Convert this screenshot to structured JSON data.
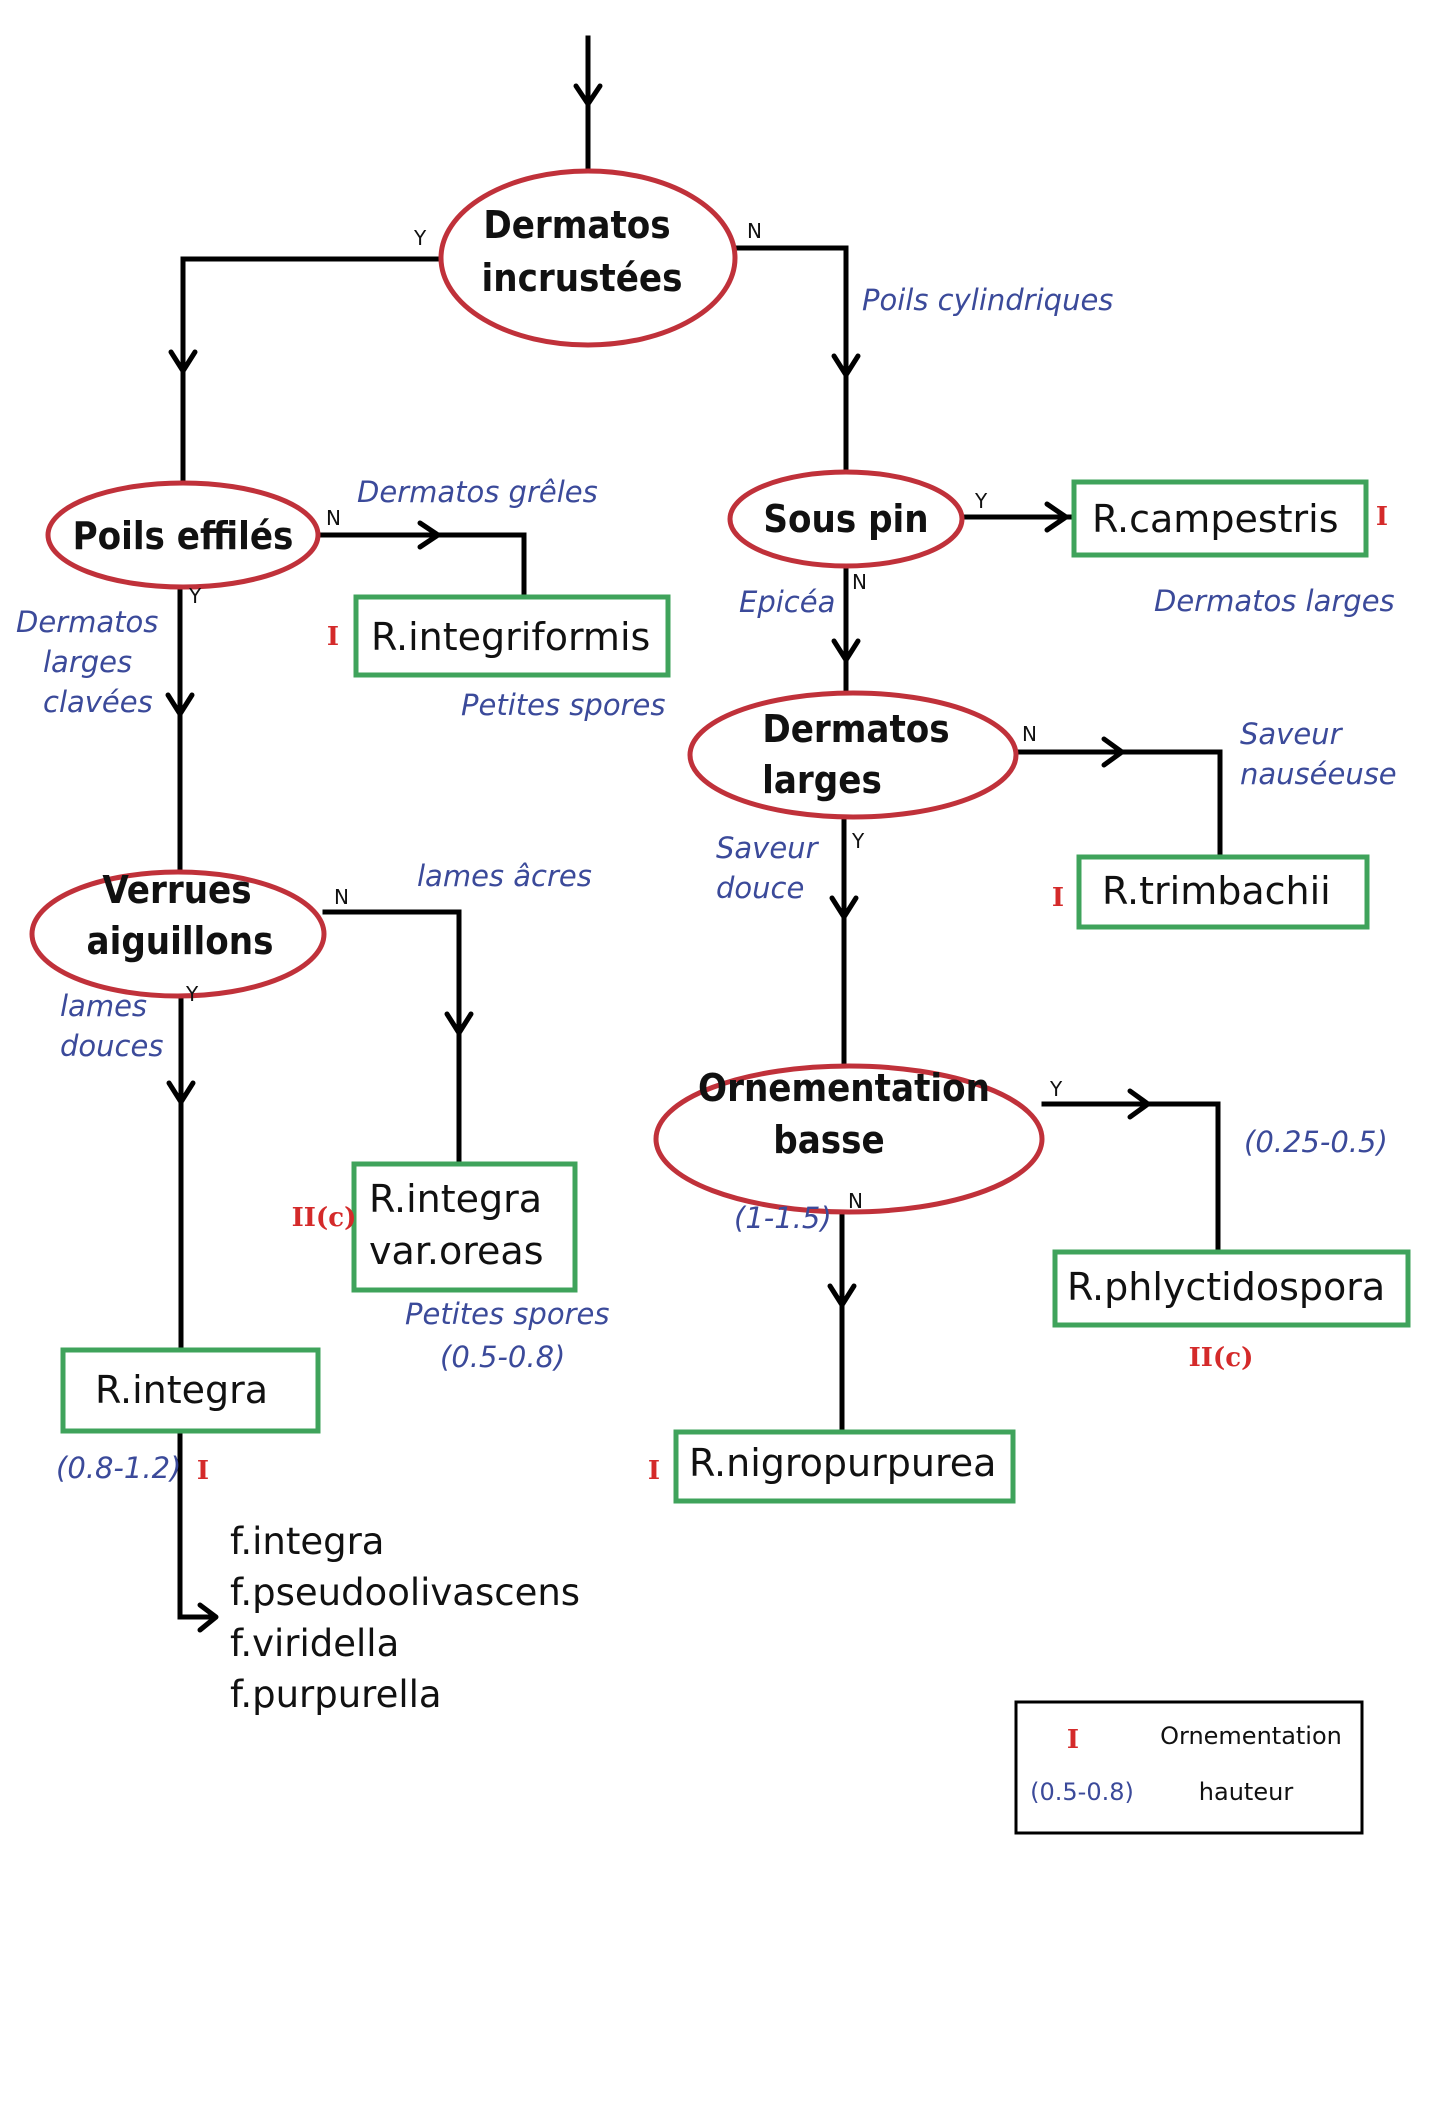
{
  "colors": {
    "decision_border": "#c0313a",
    "leaf_border": "#3fa35b",
    "note_text": "#3b4a9a",
    "ornamentation_mark": "#d42a2a",
    "edge": "#000000"
  },
  "yes_label": "Y",
  "no_label": "N",
  "decisions": {
    "dermatos_incrustees": {
      "line1": "Dermatos",
      "line2": "incrustées"
    },
    "poils_effiles": {
      "line1": "Poils effilés"
    },
    "sous_pin": {
      "line1": "Sous pin"
    },
    "dermatos_larges": {
      "line1": "Dermatos",
      "line2": "larges"
    },
    "verrues_aiguillons": {
      "line1": "Verrues",
      "line2": "aiguillons"
    },
    "ornementation_basse": {
      "line1": "Ornementation",
      "line2": "basse"
    }
  },
  "species": {
    "campestris": {
      "name": "R.campestris",
      "ornamentation": "I"
    },
    "integriformis": {
      "name": "R.integriformis",
      "ornamentation": "I"
    },
    "trimbachii": {
      "name": "R.trimbachii",
      "ornamentation": "I"
    },
    "integra_oreas": {
      "line1": "R.integra",
      "line2": "var.oreas",
      "ornamentation": "II(c)"
    },
    "integra": {
      "name": "R.integra",
      "ornamentation": "I",
      "height": "(0.8-1.2)"
    },
    "phylctidospora": {
      "name": "R.phlyctidospora",
      "ornamentation": "II(c)",
      "height": "(0.25-0.5)"
    },
    "nigropurpurea": {
      "name": "R.nigropurpurea",
      "ornamentation": "I",
      "height": "(1-1.5)"
    }
  },
  "notes": {
    "poils_cylindriques": "Poils cylindriques",
    "dermatos_greles": "Dermatos grêles",
    "petites_spores_1": "Petites spores",
    "dermatos_larges_clavees": [
      "Dermatos",
      "larges",
      "clavées"
    ],
    "dermatos_larges_right": "Dermatos larges",
    "epicea": "Epicéa",
    "saveur_nauseeuse": [
      "Saveur",
      "nauséeuse"
    ],
    "saveur_douce": [
      "Saveur",
      "douce"
    ],
    "lames_acres": "lames âcres",
    "lames_douces": [
      "lames",
      "douces"
    ],
    "petites_spores_2": "Petites spores",
    "oreas_height": "(0.5-0.8)"
  },
  "formae": [
    "f.integra",
    "f.pseudoolivascens",
    "f.viridella",
    "f.purpurella"
  ],
  "legend": {
    "ornamentation_symbol": "I",
    "ornamentation_label": "Ornementation",
    "height_symbol": "(0.5-0.8)",
    "height_label": "hauteur"
  }
}
